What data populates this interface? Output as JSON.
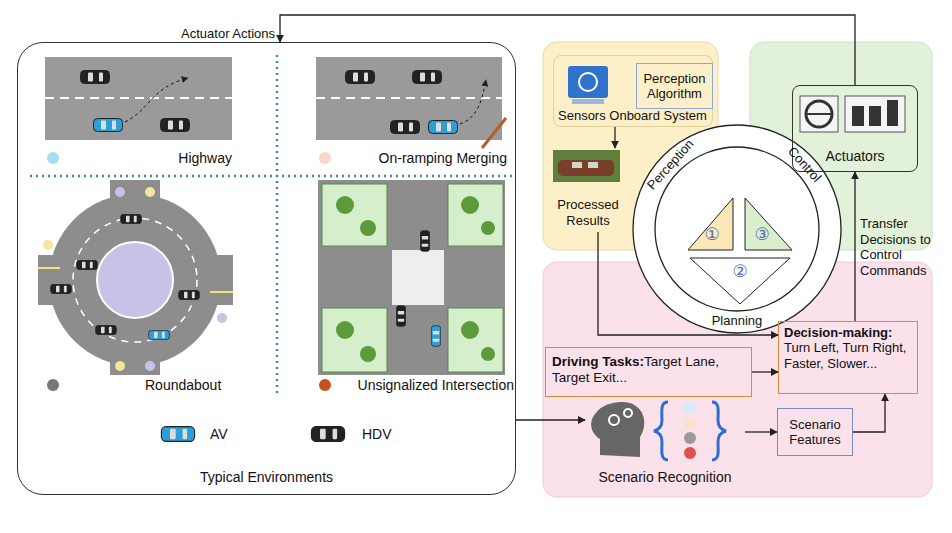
{
  "diagram": {
    "nodes": [
      {
        "text": [
          "Typical Environments"
        ]
      },
      {
        "text": [
          "Sensors Onboard System"
        ]
      },
      {
        "text": [
          "Perception Algorithm"
        ],
        "in": 1
      },
      {
        "text": [
          "Processed Results"
        ]
      },
      {
        "text": [
          "Actuators"
        ]
      },
      {
        "text": [
          "Driving Tasks:",
          "Target Lane, Target Exit..."
        ]
      },
      {
        "text": [
          "Decision-making:",
          "Turn Left, Turn Right, Faster, Slower..."
        ]
      },
      {
        "text": [
          "Scenario Recognition"
        ]
      },
      {
        "text": [
          "Scenario Features"
        ]
      }
    ],
    "edges": [
      {
        "from": 4,
        "to": 0,
        "arrow": "to",
        "label": "Actuator Actions"
      },
      {
        "from": 1,
        "to": 3,
        "arrow": "to"
      },
      {
        "from": 3,
        "to": 6,
        "arrow": "to"
      },
      {
        "from": 5,
        "to": 6,
        "arrow": "to"
      },
      {
        "from": 8,
        "to": 6,
        "arrow": "to"
      },
      {
        "from": 6,
        "to": 4,
        "arrow": "to",
        "label": "Transfer Decisions to Control Commands"
      },
      {
        "from": 0,
        "to": 7,
        "arrow": "to"
      },
      {
        "from": 7,
        "to": 8,
        "arrow": "to"
      }
    ],
    "labels": [
      "Highway",
      "On-ramping Merging",
      "Roundabout",
      "Unsignalized Intersection",
      "Perception",
      "Control",
      "Planning",
      "①",
      "②",
      "③"
    ],
    "legend": [
      {
        "text": "AV"
      },
      {
        "text": "HDV"
      }
    ]
  }
}
